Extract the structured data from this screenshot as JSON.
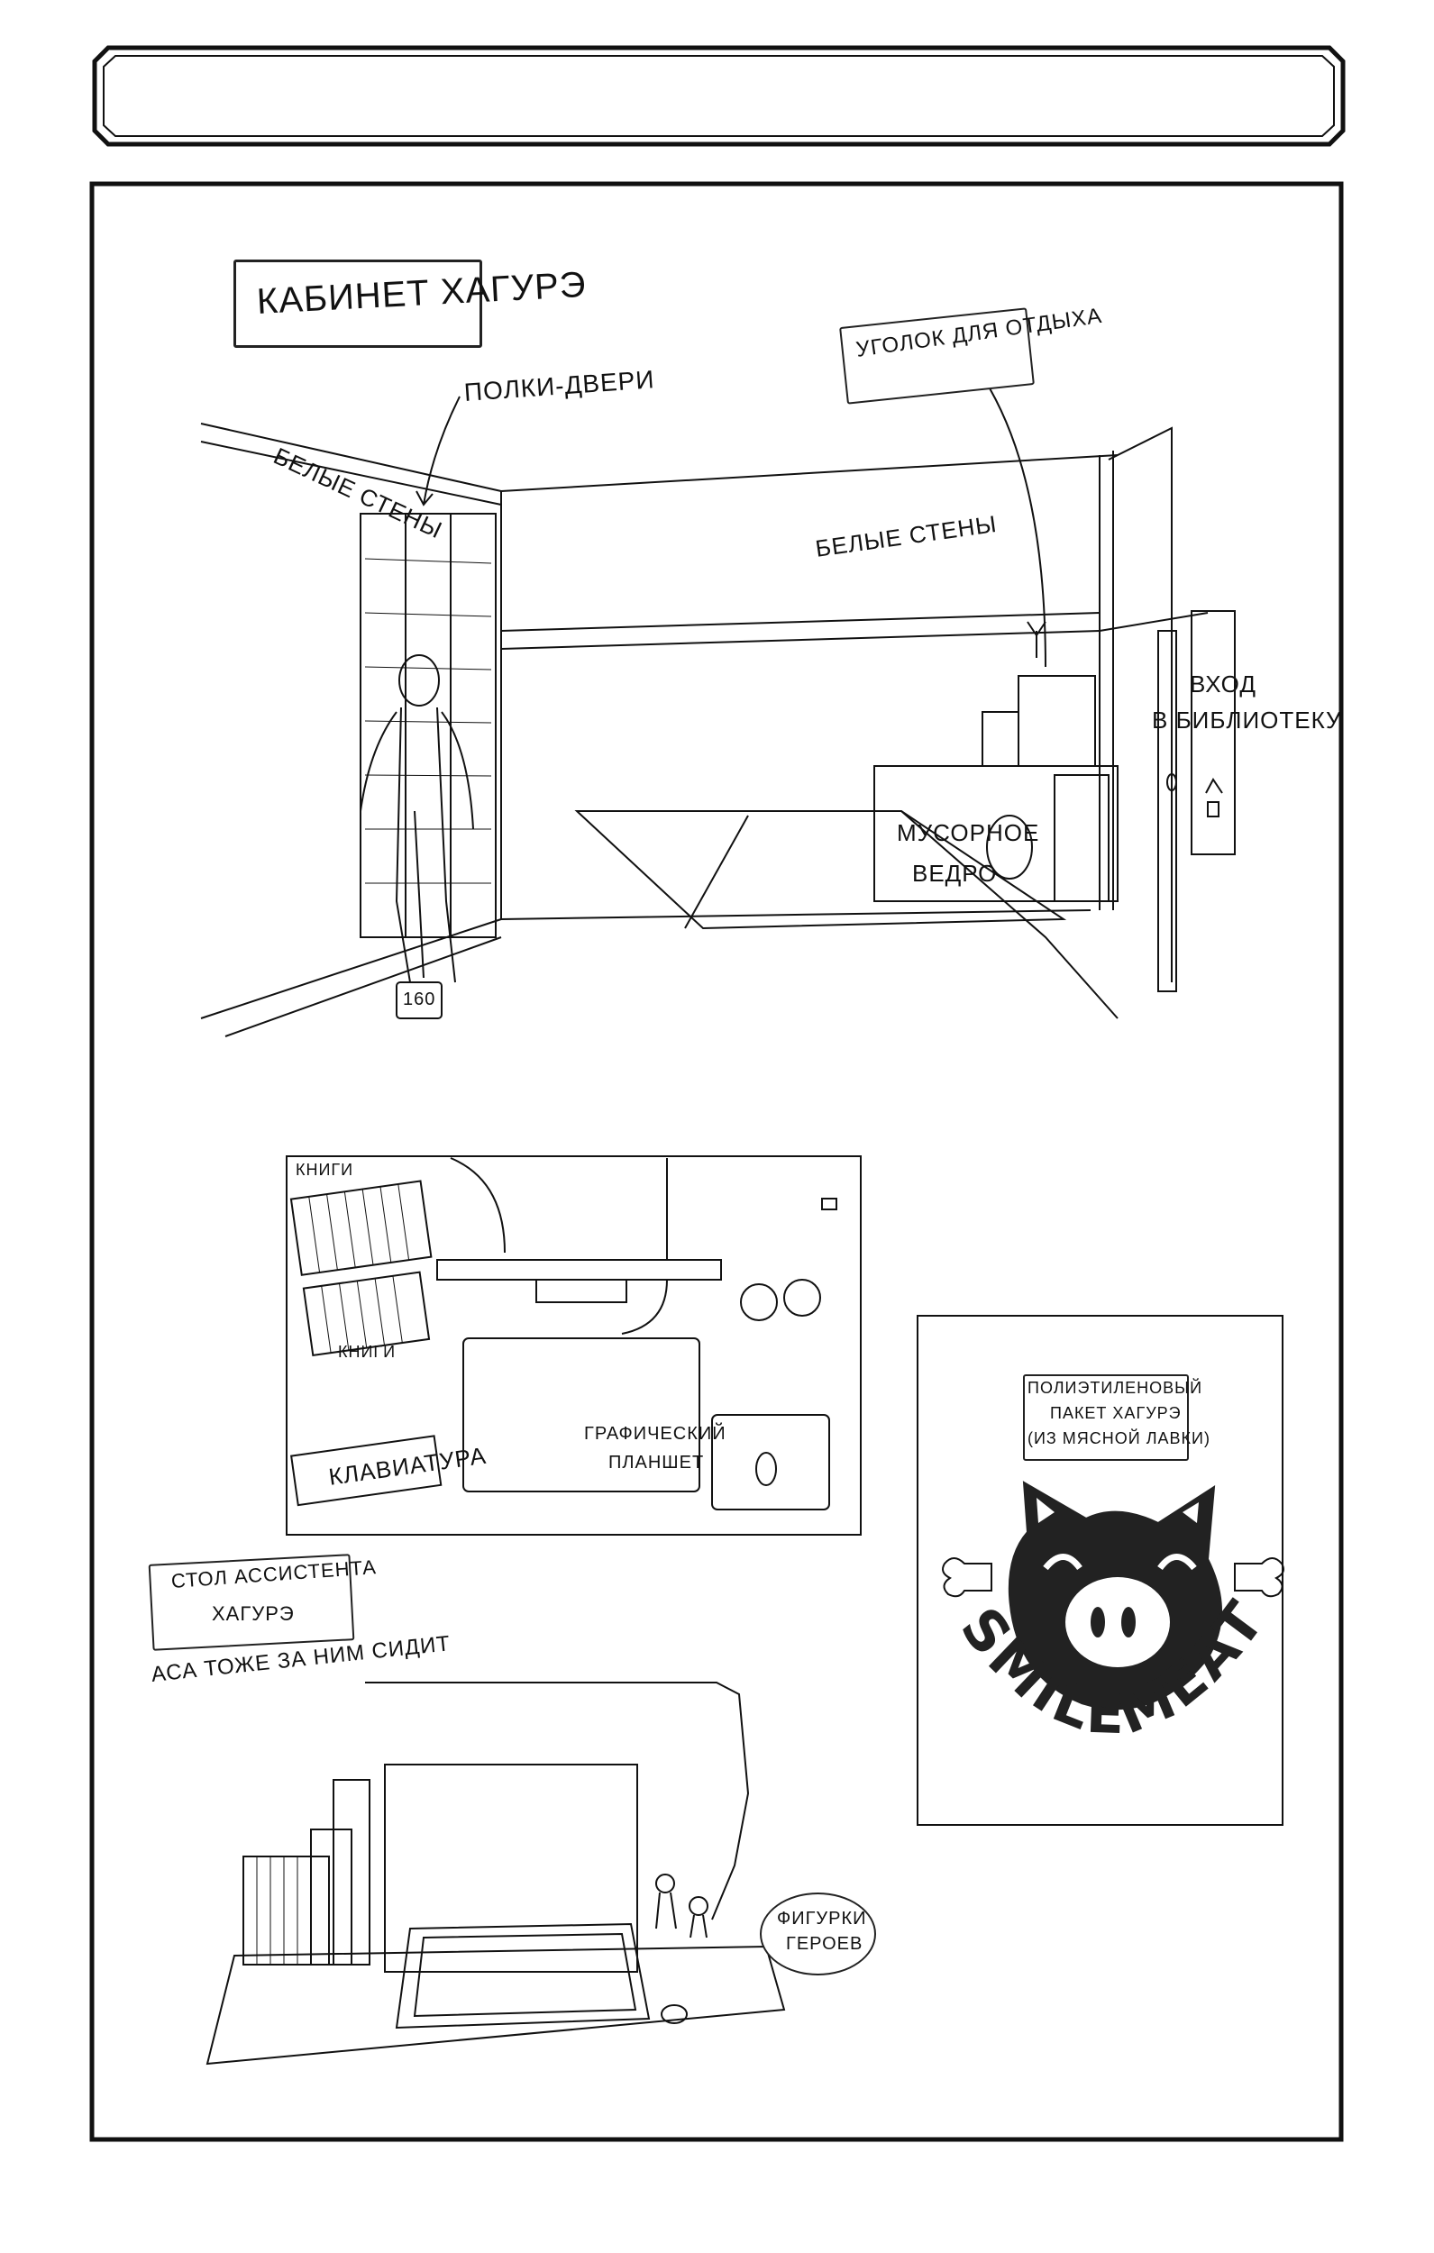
{
  "page": {
    "header_banner": "",
    "room": {
      "title": "Кабинет Хагурэ",
      "rest_corner": "Уголок для отдыха",
      "shelf_doors": "Полки-двери",
      "white_walls_left": "Белые стены",
      "white_walls_back": "Белые стены",
      "library_entrance_line1": "Вход",
      "library_entrance_line2": "в библиотеку",
      "trash_bin_line1": "Мусорное",
      "trash_bin_line2": "ведро",
      "height_tag": "160"
    },
    "desk_top": {
      "books_1": "Книги",
      "books_2": "Книги",
      "keyboard": "Клавиатура",
      "tablet_line1": "Графический",
      "tablet_line2": "планшет"
    },
    "assistant_desk": {
      "title_line1": "Стол ассистента",
      "title_line2": "Хагурэ",
      "note": "Аса тоже за ним сидит",
      "figures_line1": "Фигурки",
      "figures_line2": "героев"
    },
    "bag": {
      "caption_line1": "Полиэтиленовый",
      "caption_line2": "пакет Хагурэ",
      "caption_line3": "(из мясной лавки)",
      "logo_text": "SMILEMEAT"
    }
  }
}
